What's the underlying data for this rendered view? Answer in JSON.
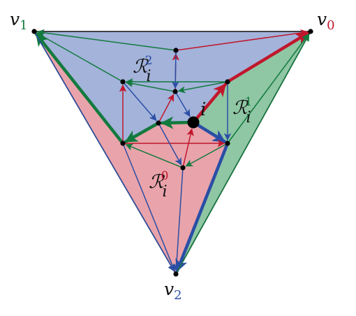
{
  "colors": {
    "red": "#c0172d",
    "green": "#137a3e",
    "blue": "#2a4ea5",
    "region_red": "#e9a3aa",
    "region_green": "#8fc6a4",
    "region_blue": "#a3b3da",
    "edge": "#111111"
  },
  "labels": {
    "v0": {
      "letter": "v",
      "sub": "0"
    },
    "v1": {
      "letter": "v",
      "sub": "1"
    },
    "v2": {
      "letter": "v",
      "sub": "2"
    },
    "center": "i",
    "R0": {
      "letter": "ℛ",
      "sub": "i",
      "sup": "0"
    },
    "R1": {
      "letter": "ℛ",
      "sub": "i",
      "sup": "1"
    },
    "R2": {
      "letter": "ℛ",
      "sub": "i",
      "sup": "2"
    }
  },
  "vertices": [
    {
      "id": "v0",
      "kind": "outer"
    },
    {
      "id": "v1",
      "kind": "outer"
    },
    {
      "id": "v2",
      "kind": "outer"
    },
    {
      "id": "i",
      "kind": "center"
    },
    {
      "id": "a",
      "kind": "inner"
    },
    {
      "id": "b",
      "kind": "inner"
    },
    {
      "id": "c",
      "kind": "inner"
    },
    {
      "id": "d",
      "kind": "inner"
    },
    {
      "id": "e",
      "kind": "inner"
    },
    {
      "id": "f",
      "kind": "inner"
    },
    {
      "id": "g",
      "kind": "inner"
    },
    {
      "id": "h",
      "kind": "inner"
    }
  ],
  "edges": [
    {
      "from": "v1",
      "to": "v0",
      "color": "edge"
    },
    {
      "from": "v1",
      "to": "v2",
      "color": "edge"
    },
    {
      "from": "v0",
      "to": "v2",
      "color": "edge"
    },
    {
      "from": "i",
      "to": "e",
      "color": "red",
      "thick": true
    },
    {
      "from": "e",
      "to": "v0",
      "color": "red",
      "thick": true
    },
    {
      "from": "i",
      "to": "f",
      "color": "green",
      "thick": true
    },
    {
      "from": "f",
      "to": "d",
      "color": "green",
      "thick": true
    },
    {
      "from": "d",
      "to": "v1",
      "color": "green",
      "thick": true
    },
    {
      "from": "i",
      "to": "g",
      "color": "blue",
      "thick": true
    },
    {
      "from": "g",
      "to": "v2",
      "color": "blue",
      "thick": true
    },
    {
      "from": "a",
      "to": "v0",
      "color": "red"
    },
    {
      "from": "c",
      "to": "a",
      "color": "red"
    },
    {
      "from": "d",
      "to": "b",
      "color": "red"
    },
    {
      "from": "f",
      "to": "c",
      "color": "red"
    },
    {
      "from": "h",
      "to": "i",
      "color": "red"
    },
    {
      "from": "d",
      "to": "g",
      "color": "red"
    },
    {
      "from": "a",
      "to": "v1",
      "color": "green"
    },
    {
      "from": "b",
      "to": "v1",
      "color": "green"
    },
    {
      "from": "c",
      "to": "b",
      "color": "green"
    },
    {
      "from": "e",
      "to": "c",
      "color": "green"
    },
    {
      "from": "g",
      "to": "v0",
      "color": "green"
    },
    {
      "from": "g",
      "to": "h",
      "color": "green"
    },
    {
      "from": "e",
      "to": "b",
      "color": "green"
    },
    {
      "from": "h",
      "to": "d",
      "color": "green"
    },
    {
      "from": "v2",
      "to": "v0",
      "color": "green"
    },
    {
      "from": "a",
      "to": "c",
      "color": "blue"
    },
    {
      "from": "b",
      "to": "f",
      "color": "blue"
    },
    {
      "from": "c",
      "to": "i",
      "color": "blue"
    },
    {
      "from": "d",
      "to": "v2",
      "color": "blue"
    },
    {
      "from": "f",
      "to": "h",
      "color": "blue"
    },
    {
      "from": "e",
      "to": "g",
      "color": "blue"
    },
    {
      "from": "h",
      "to": "v2",
      "color": "blue"
    },
    {
      "from": "v1",
      "to": "v2",
      "color": "blue"
    }
  ]
}
